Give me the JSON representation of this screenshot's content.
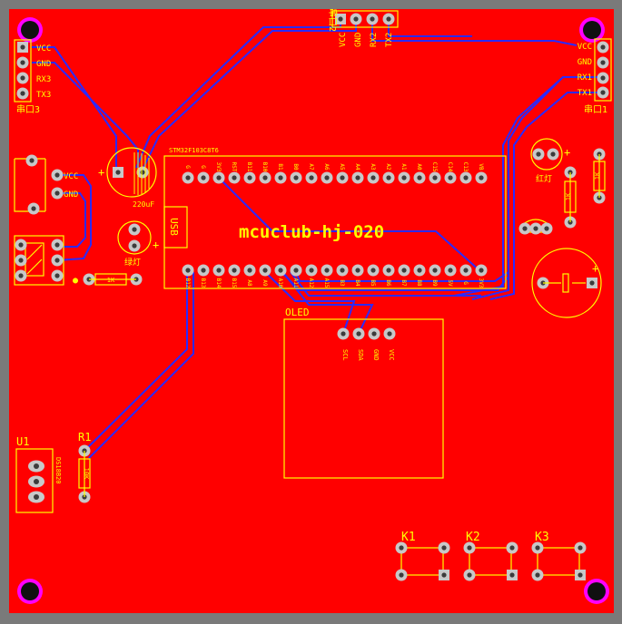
{
  "colors": {
    "background": "#7a7a7a",
    "board": "#ff0000",
    "silk": "#ffff00",
    "trace": "#2a2aff",
    "pad": "#c8c8c8",
    "hole": "#3c3c3c"
  },
  "board": {
    "title": "mcuclub-hj-020"
  },
  "mcu": {
    "name": "STM32F103C8T6",
    "usb_label": "USB",
    "top_pins": [
      "G",
      "G",
      "3V3",
      "RST",
      "B11",
      "B10",
      "B1",
      "B0",
      "A7",
      "A6",
      "A5",
      "A4",
      "A3",
      "A2",
      "A1",
      "A0",
      "C15",
      "C14",
      "C13",
      "VB"
    ],
    "bottom_pins": [
      "B12",
      "B13",
      "B14",
      "B15",
      "A8",
      "A9",
      "A10",
      "A11",
      "A12",
      "A15",
      "B3",
      "B4",
      "B5",
      "B6",
      "B7",
      "B8",
      "B9",
      "5V",
      "G",
      "3V3"
    ]
  },
  "headers": {
    "j1": {
      "ref": "串口3",
      "pins": [
        "VCC",
        "GND",
        "RX3",
        "TX3"
      ]
    },
    "j2": {
      "ref": "串口2",
      "pins": [
        "VCC",
        "GND",
        "RX2",
        "TX2"
      ]
    },
    "j3": {
      "ref": "串口1",
      "pins": [
        "VCC",
        "GND",
        "RX1",
        "TX1"
      ]
    }
  },
  "power": {
    "pins": [
      "VCC",
      "GND"
    ]
  },
  "capacitor": {
    "label": "220uF",
    "plus": "+"
  },
  "oled": {
    "ref": "OLED",
    "pins": [
      "SCL",
      "SDA",
      "GND",
      "VCC"
    ]
  },
  "leds": [
    {
      "name": "绿灯",
      "plus": "+"
    },
    {
      "name": "红灯",
      "plus": "+"
    }
  ],
  "resistors": [
    "1K",
    "1K",
    "1K",
    "10K"
  ],
  "buzzer": {
    "plus": "+"
  },
  "u1": {
    "ref": "U1",
    "part": "DS18B20"
  },
  "r1": {
    "ref": "R1"
  },
  "keys": [
    "K1",
    "K2",
    "K3"
  ]
}
